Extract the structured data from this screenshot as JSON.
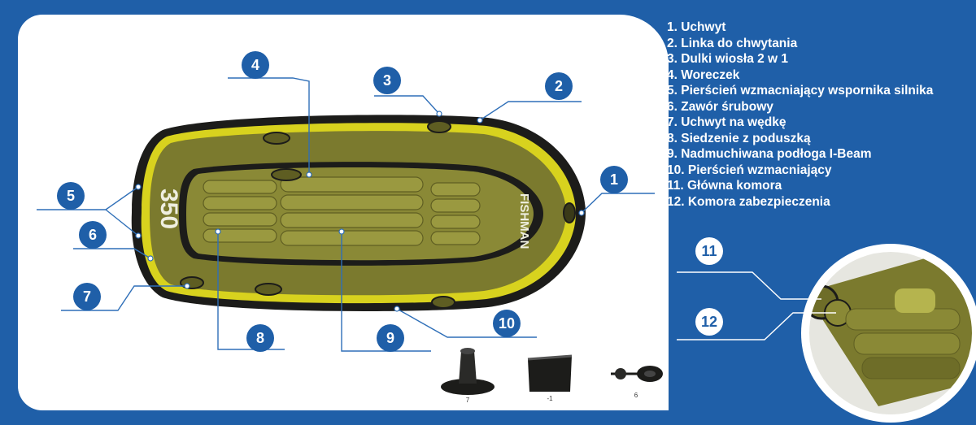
{
  "legend": {
    "items": [
      "1. Uchwyt",
      "2. Linka do chwytania",
      "3. Dulki wiosła 2 w 1",
      "4. Woreczek",
      "5. Pierścień wzmacniający wspornika silnika",
      "6. Zawór śrubowy",
      "7. Uchwyt na wędkę",
      "8. Siedzenie z poduszką",
      "9. Nadmuchiwana podłoga I-Beam",
      "10. Pierścień wzmacniający",
      "11. Główna komora",
      "12. Komora zabezpieczenia"
    ]
  },
  "badges": {
    "b1": "1",
    "b2": "2",
    "b3": "3",
    "b4": "4",
    "b5": "5",
    "b6": "6",
    "b7": "7",
    "b8": "8",
    "b9": "9",
    "b10": "10",
    "b11": "11",
    "b12": "12"
  },
  "boat": {
    "brand": "FISHMAN",
    "model": "350"
  },
  "accessories": {
    "rod_holder_label": "7",
    "pouch_label": "-1",
    "valve_label": "6"
  },
  "colors": {
    "background": "#1f5fa8",
    "boat_olive": "#7b7a2e",
    "boat_trim": "#d8d21e",
    "boat_black": "#1c1c1a"
  }
}
